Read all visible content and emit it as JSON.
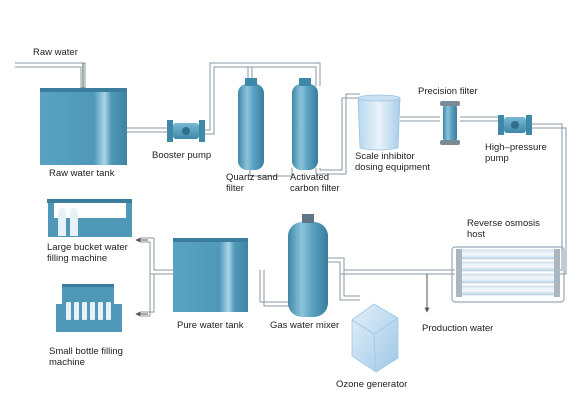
{
  "labels": {
    "raw_water": "Raw water",
    "raw_water_tank": "Raw water tank",
    "booster_pump": "Booster pump",
    "quartz_sand_filter": [
      "Quartz sand",
      "filter"
    ],
    "activated_carbon_filter": [
      "Activated",
      "carbon filter"
    ],
    "scale_inhibitor": [
      "Scale inhibitor",
      "dosing equipment"
    ],
    "precision_filter": "Precision filter",
    "high_pressure_pump": [
      "High–pressure",
      "pump"
    ],
    "reverse_osmosis_host": [
      "Reverse osmosis",
      "host"
    ],
    "large_bucket_filling": [
      "Large bucket water",
      "filling machine"
    ],
    "small_bottle_filling": [
      "Small bottle filling",
      "machine"
    ],
    "pure_water_tank": "Pure water tank",
    "gas_water_mixer": "Gas water mixer",
    "production_water": "Production water",
    "ozone_generator": "Ozone generator"
  },
  "colors": {
    "pipe": "#8a9aa6",
    "tank_fill": "#4f98b8",
    "tank_dark": "#3a7d9c",
    "pump_fill": "#5aa6c6",
    "ro_tube": "#cfe3f3",
    "text": "#222222"
  }
}
